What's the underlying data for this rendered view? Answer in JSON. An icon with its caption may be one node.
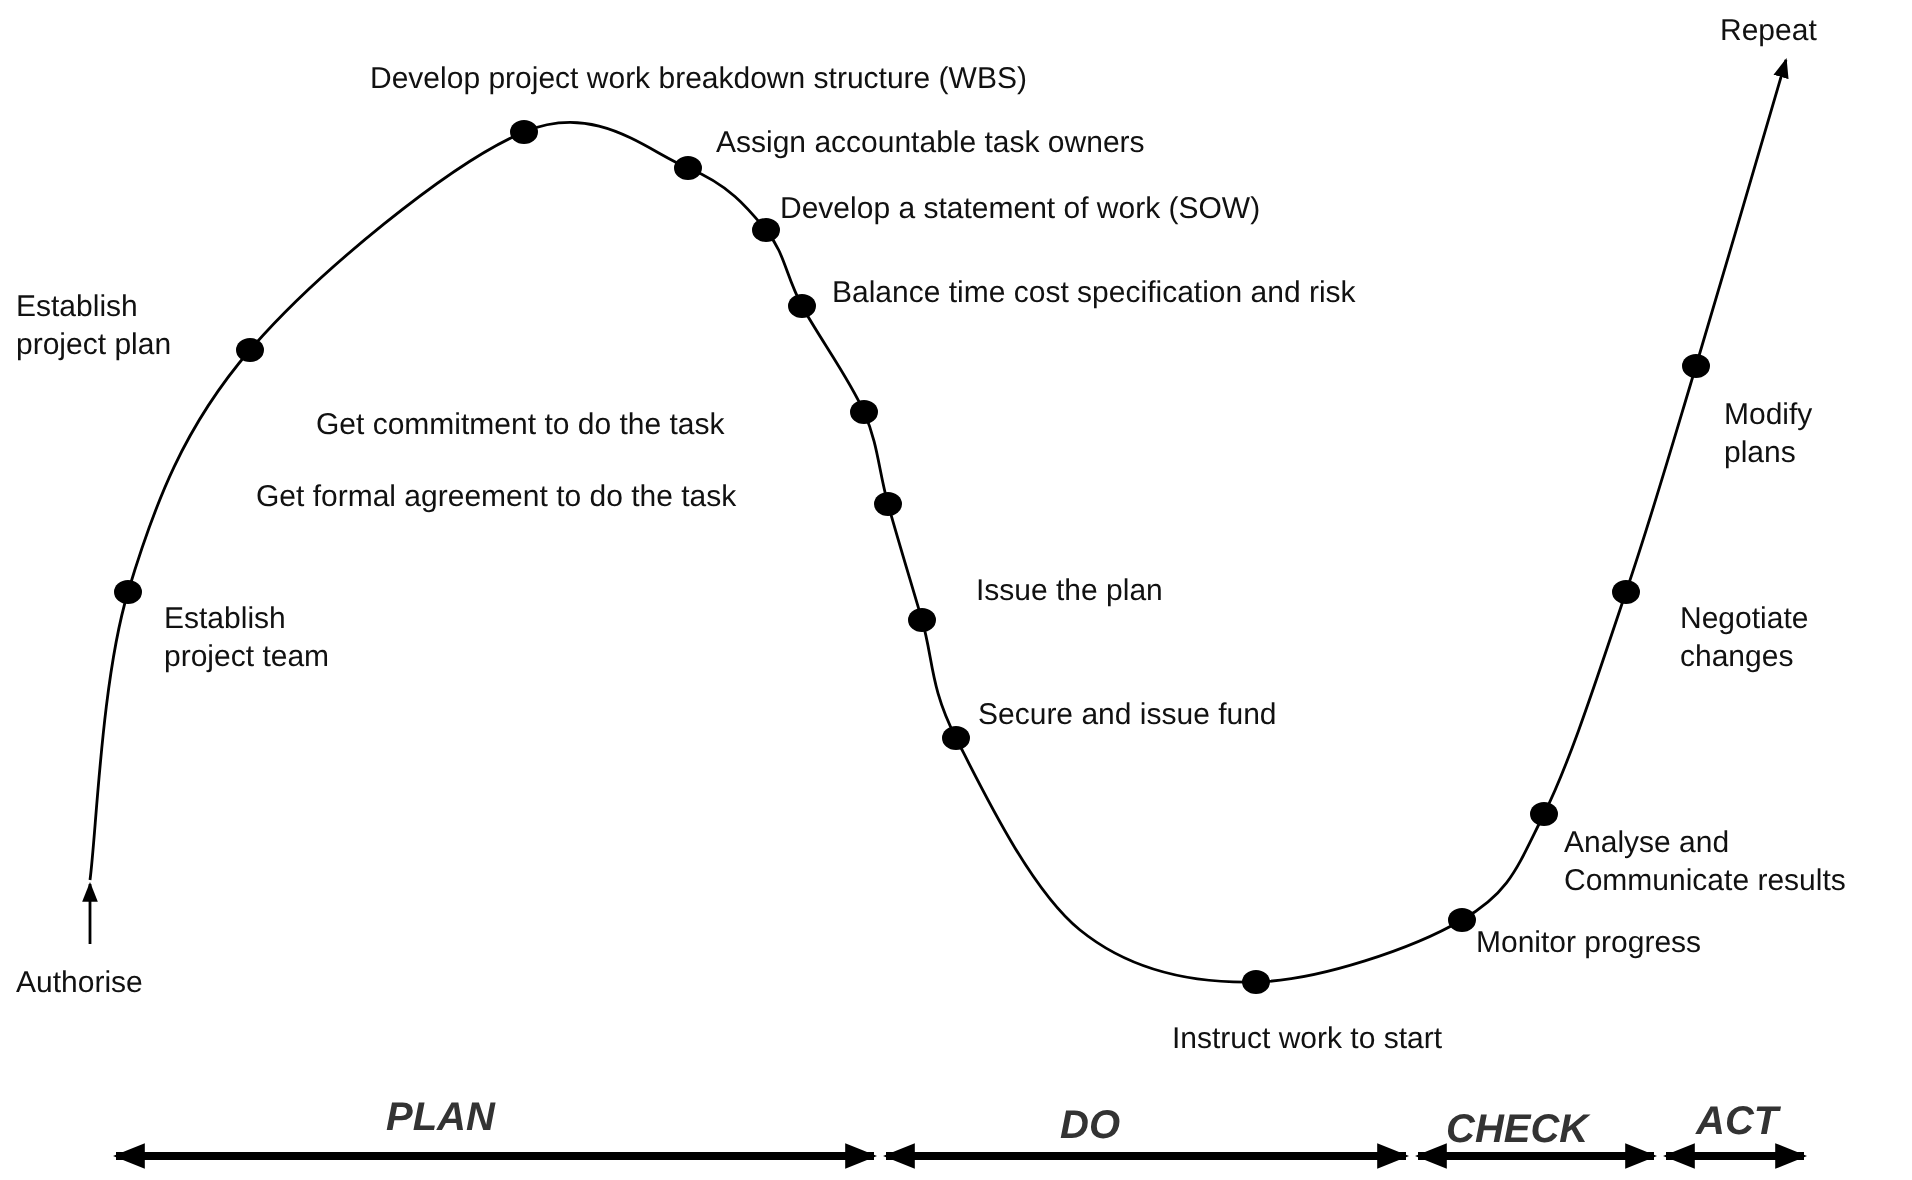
{
  "diagram": {
    "labels": [
      "Repeat",
      "Develop project work breakdown structure (WBS)",
      "Assign accountable task owners",
      "Develop a statement of work (SOW)",
      "Balance time cost specification and risk",
      "Establish project plan",
      "Get commitment to do the task",
      "Modify plans",
      "Get formal agreement to do the task",
      "Issue the plan",
      "Establish project team",
      "Negotiate changes",
      "Secure and issue fund",
      "Analyse and Communicate results",
      "Monitor progress",
      "Authorise",
      "Instruct work to start",
      "PLAN",
      "DO",
      "CHECK",
      "ACT"
    ]
  }
}
